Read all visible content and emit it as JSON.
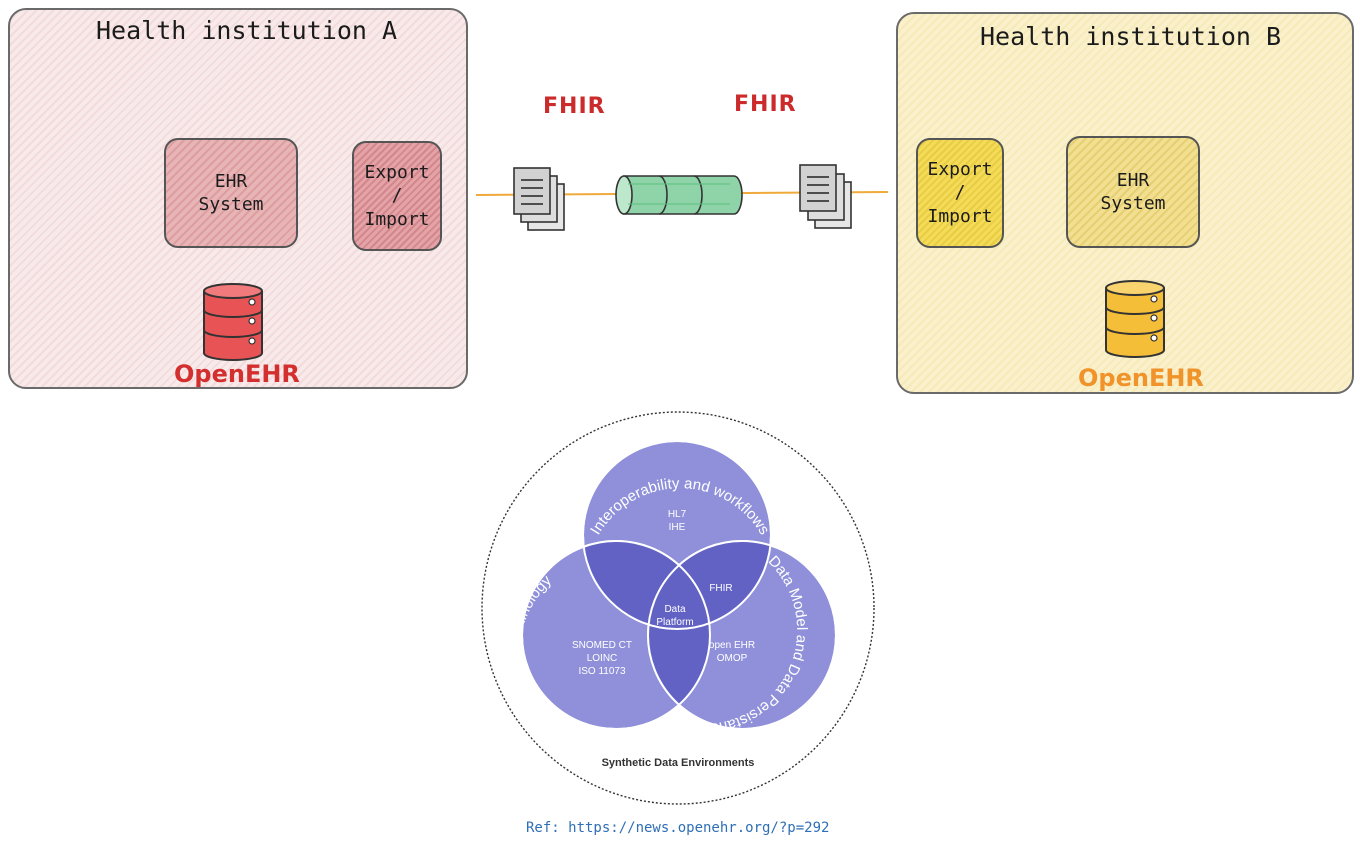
{
  "institution_a": {
    "title": "Health institution A",
    "ehr_line1": "EHR",
    "ehr_line2": "System",
    "export_line1": "Export",
    "export_line2": "/",
    "export_line3": "Import",
    "openehr": "OpenEHR"
  },
  "institution_b": {
    "title": "Health institution B",
    "ehr_line1": "EHR",
    "ehr_line2": "System",
    "export_line1": "Export",
    "export_line2": "/",
    "export_line3": "Import",
    "openehr": "OpenEHR"
  },
  "exchange": {
    "left_label": "FHIR",
    "right_label": "FHIR"
  },
  "venn": {
    "top_circle_label": "Interoperability and workflows",
    "top_circle_items": [
      "HL7",
      "IHE"
    ],
    "left_circle_label": "Clinical Terminology",
    "left_circle_items": [
      "SNOMED CT",
      "LOINC",
      "ISO 11073"
    ],
    "right_circle_label": "Data Model and Data Persistance",
    "right_circle_items": [
      "open EHR",
      "OMOP"
    ],
    "overlap_top_right": "FHIR",
    "center_line1": "Data",
    "center_line2": "Platform",
    "outer_label": "Synthetic Data Environments"
  },
  "reference": "Ref: https://news.openehr.org/?p=292",
  "colors": {
    "panel_a_fill": "#f8eaea",
    "panel_b_fill": "#faf1cc",
    "openehr_a": "#d42f2f",
    "openehr_b": "#f0932b",
    "fhir_label": "#cc2b2b",
    "pipe": "#5bbf7c",
    "connector": "#f0a93b",
    "venn_circle": "#8f90d9",
    "venn_overlap": "#6262c4",
    "reference_link": "#2f6fb5"
  }
}
